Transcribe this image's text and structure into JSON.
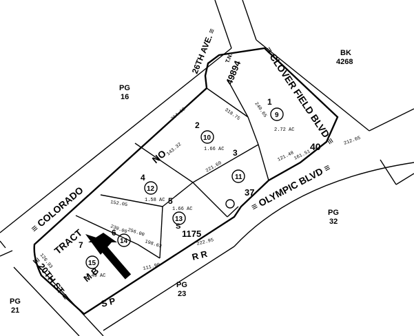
{
  "streets": {
    "colorado": "≡ COLORADO",
    "avenue_26": "26TH AVE. ≡",
    "clover_field": "≡ CLOVER FIELD BLVD ≡",
    "olympic": "≡ OLYMPIC BLVD ≡",
    "street_20th": "≡ 20TH ST ≡",
    "rr_left": "S P",
    "rr_right": "R R"
  },
  "page_refs": {
    "pg16": [
      "PG",
      "16"
    ],
    "bk4268": [
      "BK",
      "4268"
    ],
    "pg32": [
      "PG",
      "32"
    ],
    "pg23": [
      "PG",
      "23"
    ],
    "pg21": [
      "PG",
      "21"
    ]
  },
  "tract": {
    "name": "TRACT",
    "number": "49894",
    "no_label": "NO",
    "mb_label": "M B",
    "mb_ref": "1175",
    "mb_ref_sub": "37",
    "tn_label": "T.N.",
    "ss_label": "S"
  },
  "lots": [
    {
      "number": "1",
      "parcel": "9",
      "area": "2.72 AC"
    },
    {
      "number": "2",
      "parcel": "10",
      "area": "1.66 AC"
    },
    {
      "number": "3",
      "parcel": "11",
      "area": ""
    },
    {
      "number": "4",
      "parcel": "12",
      "area": "1.58 AC"
    },
    {
      "number": "5",
      "parcel": "13",
      "area": "1.66 AC"
    },
    {
      "number": "6",
      "parcel": "14",
      "area": ""
    },
    {
      "number": "7",
      "parcel": "15",
      "area": "1.49 AC"
    }
  ],
  "corner_number": "40",
  "dimension_labels": [
    "264.68",
    "318.75",
    "143.32",
    "221.60",
    "152.05",
    "230.00",
    "256.00",
    "198.63",
    "111.90",
    "240.65",
    "222.95",
    "121.48",
    "126.93",
    "161.51",
    "212.65"
  ]
}
